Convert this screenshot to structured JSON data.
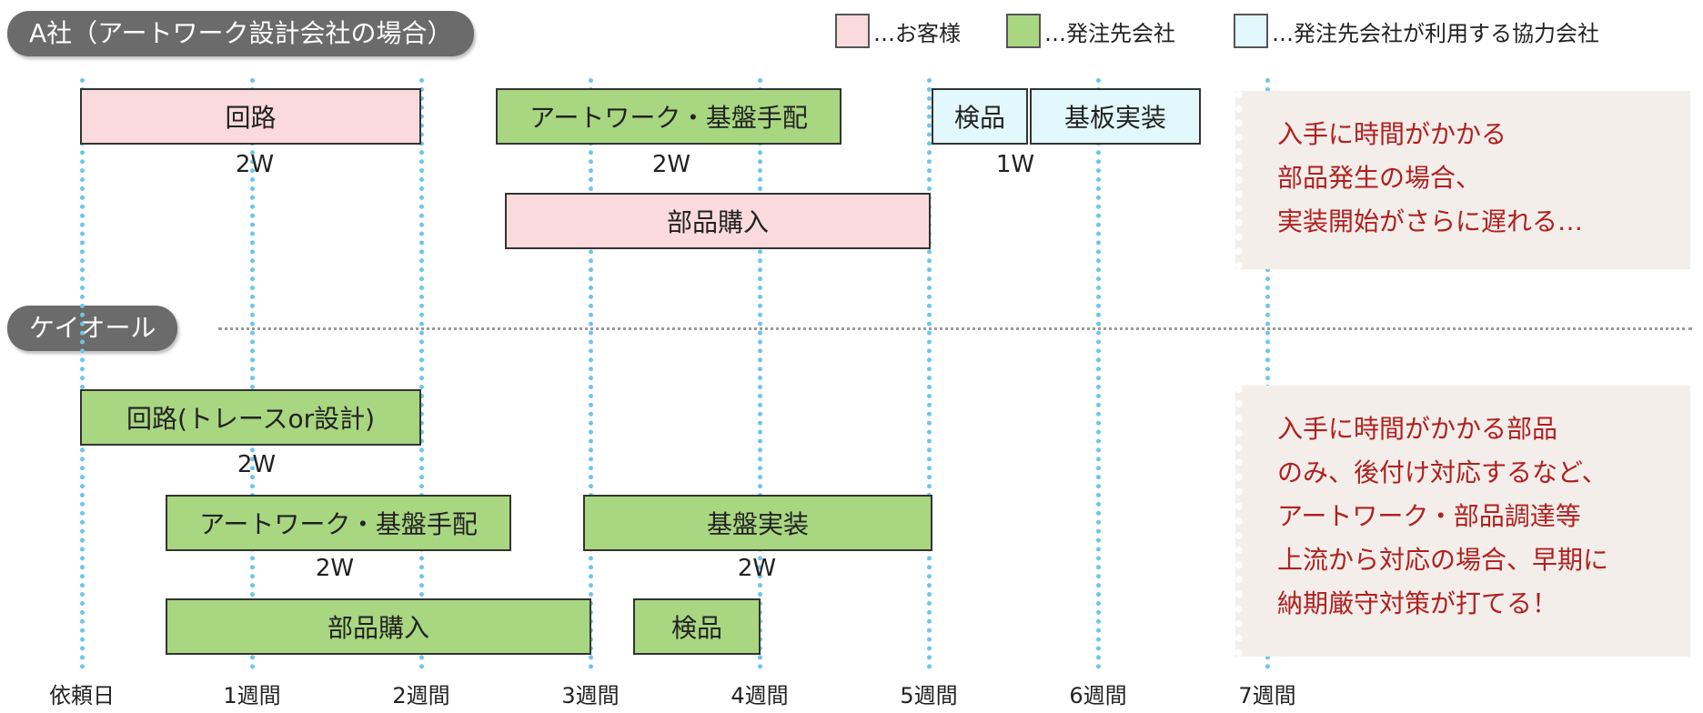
{
  "labels": {
    "company_a": "A社（アートワーク設計会社の場合）",
    "keiohru": "ケイオール"
  },
  "legend": [
    {
      "label": "…お客様",
      "color": "#fadadd"
    },
    {
      "label": "…発注先会社",
      "color": "#a9d681"
    },
    {
      "label": "…発注先会社が利用する協力会社",
      "color": "#e2f8fc"
    }
  ],
  "axis": [
    "依頼日",
    "1週間",
    "2週間",
    "3週間",
    "4週間",
    "5週間",
    "6週間",
    "7週間"
  ],
  "company_a": {
    "bars": [
      {
        "label": "回路",
        "color": "pink"
      },
      {
        "label": "アートワーク・基盤手配",
        "color": "green"
      },
      {
        "label": "検品",
        "color": "cyan"
      },
      {
        "label": "基板実装",
        "color": "cyan"
      },
      {
        "label": "部品購入",
        "color": "pink"
      }
    ],
    "durations": [
      "2W",
      "2W",
      "1W"
    ]
  },
  "keiohru_section": {
    "bars": [
      {
        "label": "回路(トレースor設計)",
        "color": "green"
      },
      {
        "label": "アートワーク・基盤手配",
        "color": "green"
      },
      {
        "label": "基盤実装",
        "color": "green"
      },
      {
        "label": "部品購入",
        "color": "green"
      },
      {
        "label": "検品",
        "color": "green"
      }
    ],
    "durations": [
      "2W",
      "2W",
      "2W"
    ]
  },
  "notes": {
    "top": [
      "入手に時間がかかる",
      "部品発生の場合、",
      "実装開始がさらに遅れる…"
    ],
    "bottom": [
      "入手に時間がかかる部品",
      "のみ、後付け対応するなど、",
      "アートワーク・部品調達等",
      "上流から対応の場合、早期に",
      "納期厳守対策が打てる！"
    ]
  }
}
